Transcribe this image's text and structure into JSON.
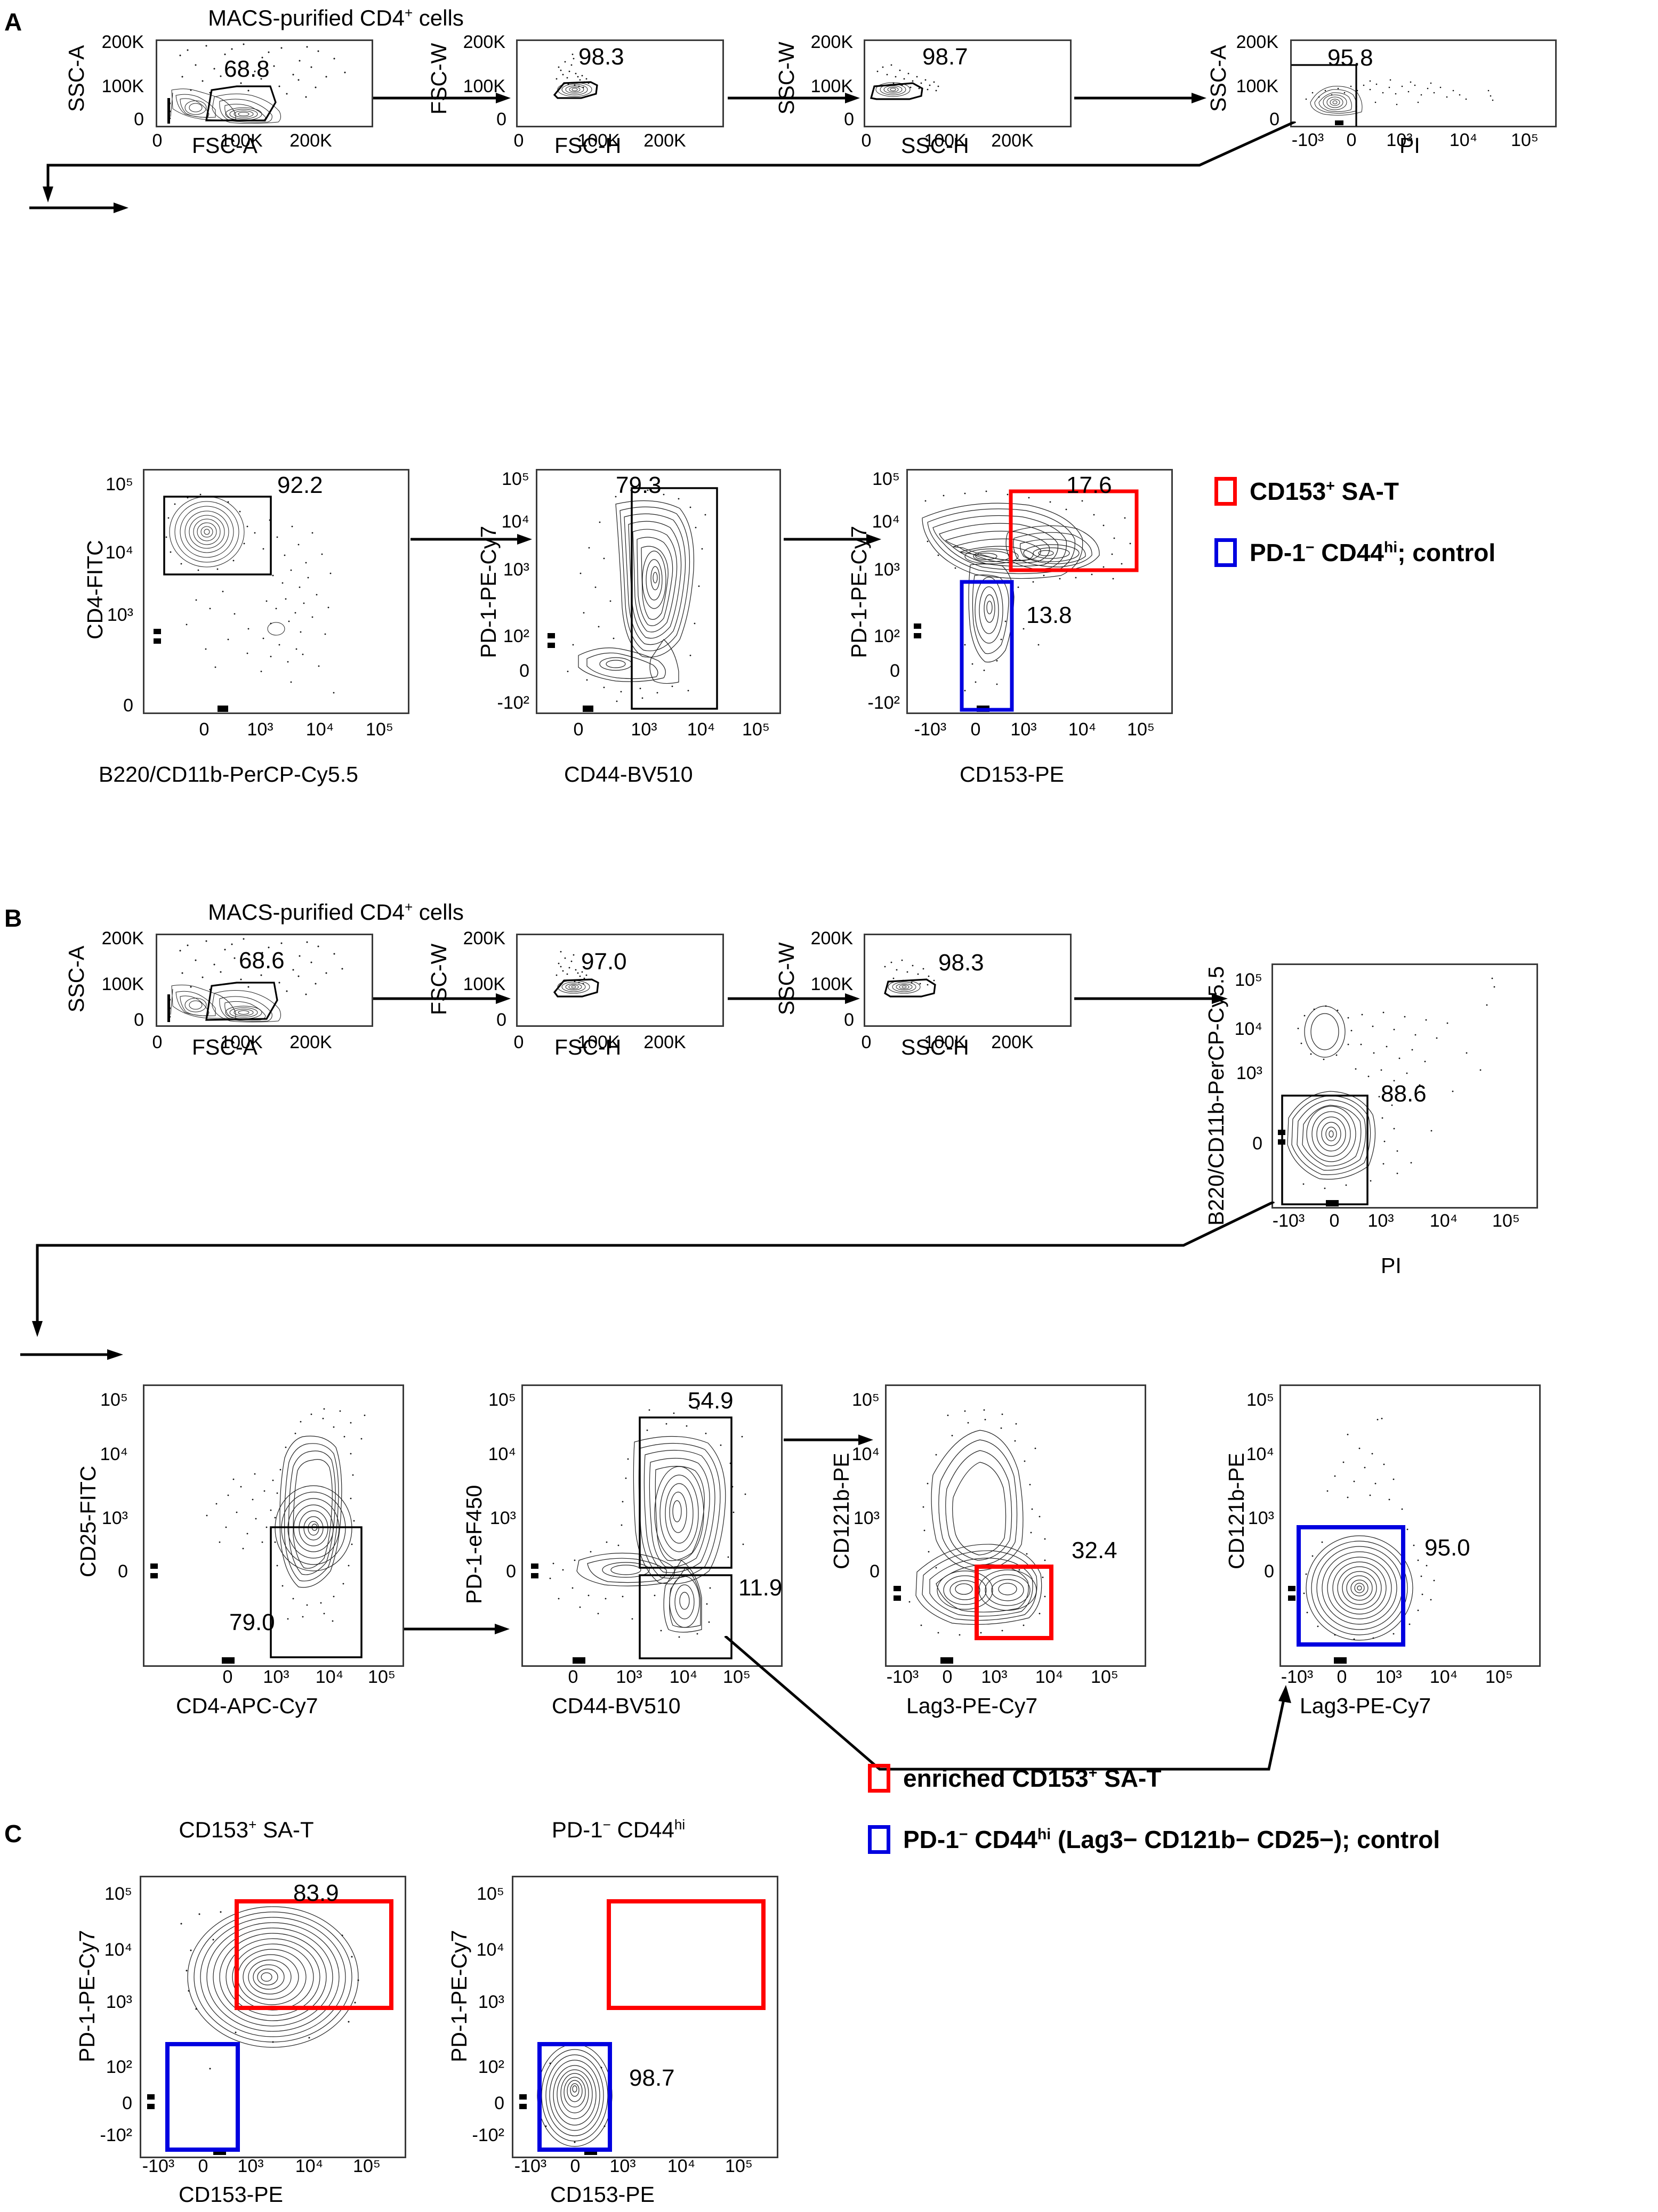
{
  "figure": {
    "panels": [
      "A",
      "B",
      "C"
    ],
    "colors": {
      "gate_red": "#ff0000",
      "gate_blue": "#0000e0",
      "axis": "#3a3a3a"
    }
  },
  "panelA": {
    "letter": "A",
    "title": "MACS-purified CD4",
    "title_sup": "+",
    "title_tail": " cells",
    "plots": [
      {
        "id": "a1",
        "xlabel": "FSC-A",
        "ylabel": "SSC-A",
        "pct": "68.8",
        "xticks": [
          "0",
          "100K",
          "200K"
        ],
        "yticks": [
          "0",
          "100K",
          "200K"
        ],
        "gate": "polygon"
      },
      {
        "id": "a2",
        "xlabel": "FSC-H",
        "ylabel": "FSC-W",
        "pct": "98.3",
        "xticks": [
          "0",
          "100K",
          "200K"
        ],
        "yticks": [
          "0",
          "100K",
          "200K"
        ],
        "gate": "polygon"
      },
      {
        "id": "a3",
        "xlabel": "SSC-H",
        "ylabel": "SSC-W",
        "pct": "98.7",
        "xticks": [
          "0",
          "100K",
          "200K"
        ],
        "yticks": [
          "0",
          "100K",
          "200K"
        ],
        "gate": "polygon"
      },
      {
        "id": "a4",
        "xlabel": "PI",
        "ylabel": "SSC-A",
        "pct": "95.8",
        "xticks": [
          "-10³",
          "0",
          "10³",
          "10⁴",
          "10⁵"
        ],
        "yticks": [
          "0",
          "100K",
          "200K"
        ],
        "gate": "rect"
      },
      {
        "id": "a5",
        "xlabel": "B220/CD11b-PerCP-Cy5.5",
        "ylabel": "CD4-FITC",
        "pct": "92.2",
        "xticks": [
          "0",
          "10³",
          "10⁴",
          "10⁵"
        ],
        "yticks": [
          "0",
          "10³",
          "10⁴",
          "10⁵"
        ],
        "gate": "rect"
      },
      {
        "id": "a6",
        "xlabel": "CD44-BV510",
        "ylabel": "PD-1-PE-Cy7",
        "pct": "79.3",
        "xticks": [
          "0",
          "10³",
          "10⁴",
          "10⁵"
        ],
        "yticks": [
          "-10²",
          "0",
          "10²",
          "10³",
          "10⁴",
          "10⁵"
        ],
        "gate": "rect"
      },
      {
        "id": "a7",
        "xlabel": "CD153-PE",
        "ylabel": "PD-1-PE-Cy7",
        "pct_red": "17.6",
        "pct_blue": "13.8",
        "xticks": [
          "-10³",
          "0",
          "10³",
          "10⁴",
          "10⁵"
        ],
        "yticks": [
          "-10²",
          "0",
          "10²",
          "10³",
          "10⁴",
          "10⁵"
        ],
        "gate": "red+blue"
      }
    ],
    "legend": [
      {
        "color": "red",
        "text_pre": "CD153",
        "sup": "+",
        "text_post": " SA-T"
      },
      {
        "color": "blue",
        "text_pre": "PD-1",
        "sup": "−",
        "text_mid": " CD44",
        "sup2": "hi",
        "text_post": "; control"
      }
    ]
  },
  "panelB": {
    "letter": "B",
    "title": "MACS-purified CD4",
    "title_sup": "+",
    "title_tail": " cells",
    "plots": [
      {
        "id": "b1",
        "xlabel": "FSC-A",
        "ylabel": "SSC-A",
        "pct": "68.6",
        "xticks": [
          "0",
          "100K",
          "200K"
        ],
        "yticks": [
          "0",
          "100K",
          "200K"
        ],
        "gate": "polygon"
      },
      {
        "id": "b2",
        "xlabel": "FSC-H",
        "ylabel": "FSC-W",
        "pct": "97.0",
        "xticks": [
          "0",
          "100K",
          "200K"
        ],
        "yticks": [
          "0",
          "100K",
          "200K"
        ],
        "gate": "polygon"
      },
      {
        "id": "b3",
        "xlabel": "SSC-H",
        "ylabel": "SSC-W",
        "pct": "98.3",
        "xticks": [
          "0",
          "100K",
          "200K"
        ],
        "yticks": [
          "0",
          "100K",
          "200K"
        ],
        "gate": "polygon"
      },
      {
        "id": "b4",
        "xlabel": "PI",
        "ylabel": "B220/CD11b-PerCP-Cy5.5",
        "pct": "88.6",
        "xticks": [
          "-10³",
          "0",
          "10³",
          "10⁴",
          "10⁵"
        ],
        "yticks": [
          "0",
          "10³",
          "10⁴",
          "10⁵"
        ],
        "gate": "rect"
      },
      {
        "id": "b5",
        "xlabel": "CD4-APC-Cy7",
        "ylabel": "CD25-FITC",
        "pct": "79.0",
        "xticks": [
          "0",
          "10³",
          "10⁴",
          "10⁵"
        ],
        "yticks": [
          "0",
          "10³",
          "10⁴",
          "10⁵"
        ],
        "gate": "rect"
      },
      {
        "id": "b6",
        "xlabel": "CD44-BV510",
        "ylabel": "PD-1-eF450",
        "pct": "54.9",
        "pct2": "11.9",
        "xticks": [
          "0",
          "10³",
          "10⁴",
          "10⁵"
        ],
        "yticks": [
          "0",
          "10³",
          "10⁴",
          "10⁵"
        ],
        "gate": "double-rect"
      },
      {
        "id": "b7",
        "xlabel": "Lag3-PE-Cy7",
        "ylabel": "CD121b-PE",
        "pct_red": "32.4",
        "xticks": [
          "-10³",
          "0",
          "10³",
          "10⁴",
          "10⁵"
        ],
        "yticks": [
          "0",
          "10³",
          "10⁴",
          "10⁵"
        ],
        "gate": "red"
      },
      {
        "id": "b8",
        "xlabel": "Lag3-PE-Cy7",
        "ylabel": "CD121b-PE",
        "pct_blue": "95.0",
        "xticks": [
          "-10³",
          "0",
          "10³",
          "10⁴",
          "10⁵"
        ],
        "yticks": [
          "0",
          "10³",
          "10⁴",
          "10⁵"
        ],
        "gate": "blue"
      }
    ],
    "legend": [
      {
        "color": "red",
        "text_pre": "enriched CD153",
        "sup": "+",
        "text_post": " SA-T"
      },
      {
        "color": "blue",
        "text_pre": "PD-1",
        "sup": "−",
        "text_mid": " CD44",
        "sup2": "hi",
        "text_post": " (Lag3− CD121b− CD25−); control"
      }
    ]
  },
  "panelC": {
    "letter": "C",
    "plots": [
      {
        "id": "c1",
        "title_pre": "CD153",
        "title_sup": "+",
        "title_post": " SA-T",
        "xlabel": "CD153-PE",
        "ylabel": "PD-1-PE-Cy7",
        "pct_red": "83.9",
        "xticks": [
          "-10³",
          "0",
          "10³",
          "10⁴",
          "10⁵"
        ],
        "yticks": [
          "-10²",
          "0",
          "10²",
          "10³",
          "10⁴",
          "10⁵"
        ]
      },
      {
        "id": "c2",
        "title_pre": "PD-1",
        "title_sup": "−",
        "title_mid": " CD44",
        "title_sup2": "hi",
        "title_post": "",
        "xlabel": "CD153-PE",
        "ylabel": "PD-1-PE-Cy7",
        "pct_blue": "98.7",
        "xticks": [
          "-10³",
          "0",
          "10³",
          "10⁴",
          "10⁵"
        ],
        "yticks": [
          "-10²",
          "0",
          "10²",
          "10³",
          "10⁴",
          "10⁵"
        ]
      }
    ]
  }
}
